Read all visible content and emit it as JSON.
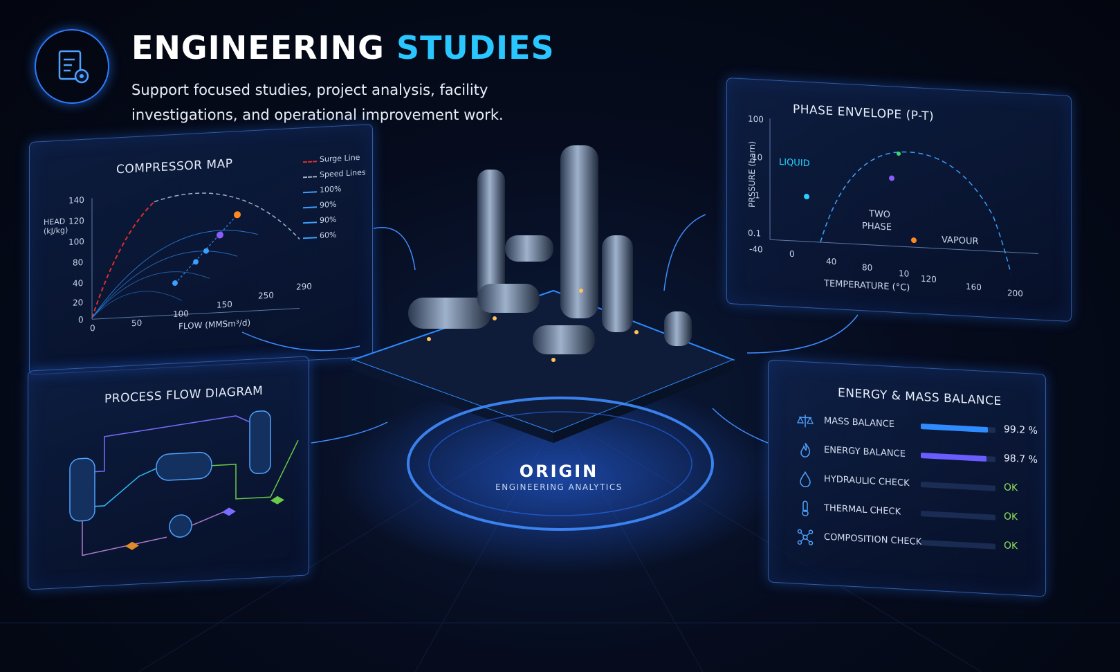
{
  "header": {
    "title_part1": "ENGINEERING",
    "title_part2": "STUDIES",
    "subtitle": "Support focused studies, project analysis, facility investigations, and operational improvement work.",
    "icon": "document-gear-icon"
  },
  "center": {
    "brand": "ORIGIN",
    "tagline": "ENGINEERING ANALYTICS"
  },
  "compressor_map": {
    "title": "COMPRESSOR MAP",
    "ylabel": "HEAD\n(kJ/kg)",
    "xlabel": "FLOW (MMSm³/d)",
    "yticks": [
      "140",
      "120",
      "100",
      "80",
      "40",
      "20",
      "0"
    ],
    "xticks": [
      "0",
      "50",
      "100",
      "150",
      "250",
      "290"
    ],
    "legend": [
      {
        "label": "Surge Line",
        "color": "#e0302a"
      },
      {
        "label": "Speed Lines",
        "color": "#9fb0c8"
      },
      {
        "label": "100%",
        "color": "#3aa0ff"
      },
      {
        "label": "90%",
        "color": "#3aa0ff"
      },
      {
        "label": "90%",
        "color": "#3aa0ff"
      },
      {
        "label": "60%",
        "color": "#3aa0ff"
      }
    ]
  },
  "phase_envelope": {
    "title": "PHASE ENVELOPE (P-T)",
    "ylabel": "PRSSURE (barn)",
    "xlabel": "TEMPERATURE (°C)",
    "yticks": [
      "100",
      "10",
      "1",
      "0.1"
    ],
    "xticks": [
      "-40",
      "0",
      "40",
      "80",
      "10",
      "120",
      "160",
      "200"
    ],
    "regions": {
      "liquid": "LIQUID",
      "two_phase_1": "TWO",
      "two_phase_2": "PHASE",
      "vapour": "VAPOUR"
    }
  },
  "pfd": {
    "title": "PROCESS FLOW DIAGRAM"
  },
  "balance": {
    "title": "ENERGY & MASS BALANCE",
    "rows": [
      {
        "label": "MASS BALANCE",
        "icon": "scale-icon",
        "value": "99.2 %",
        "fill": 0.9,
        "color": "#2f8cff"
      },
      {
        "label": "ENERGY BALANCE",
        "icon": "flame-icon",
        "value": "98.7 %",
        "fill": 0.88,
        "color": "#6a5cff"
      },
      {
        "label": "HYDRAULIC CHECK",
        "icon": "droplet-icon",
        "value": "OK",
        "fill": 0,
        "color": "#8fe05a"
      },
      {
        "label": "THERMAL CHECK",
        "icon": "thermometer-icon",
        "value": "OK",
        "fill": 0,
        "color": "#8fe05a"
      },
      {
        "label": "COMPOSITION CHECK",
        "icon": "molecule-icon",
        "value": "OK",
        "fill": 0,
        "color": "#8fe05a"
      }
    ]
  },
  "colors": {
    "accent": "#29c6ff",
    "panel_border": "#3f7fe0",
    "ok": "#8fe05a"
  }
}
